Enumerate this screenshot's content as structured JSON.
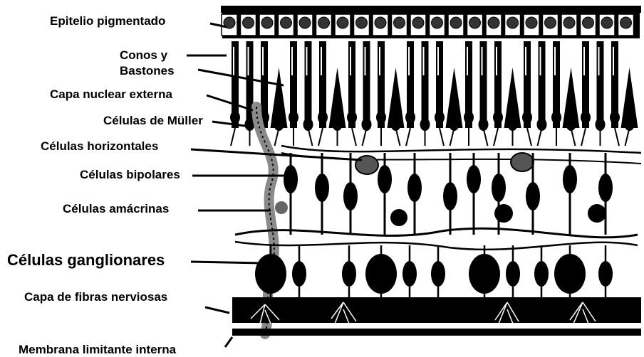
{
  "labels": {
    "epitelio": "Epitelio  pigmentado",
    "conos_y": "Conos y",
    "bastones": "Bastones",
    "capa_nuclear_externa": "Capa nuclear externa",
    "celulas_muller": "Células de Müller",
    "celulas_horizontales": "Células horizontales",
    "celulas_bipolares": "Células bipolares",
    "celulas_amacrinas": "Células amácrinas",
    "celulas_ganglionares": "Células ganglionares",
    "capa_fibras_nerviosas": "Capa de fibras nerviosas",
    "membrana_limitante_interna": "Membrana limitante interna"
  },
  "colors": {
    "ink": "#000000",
    "paper": "#ffffff",
    "gray": "#8a8a8a"
  }
}
